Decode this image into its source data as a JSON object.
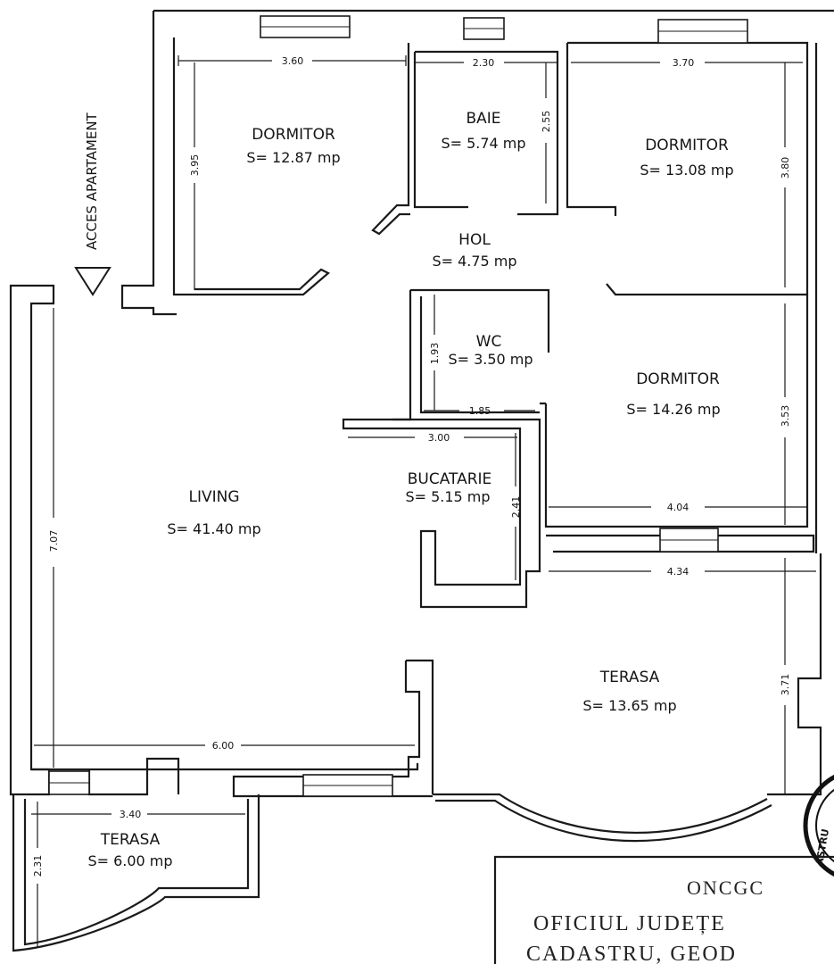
{
  "access_label": "ACCES APARTAMENT",
  "rooms": [
    {
      "id": "dormitor-1",
      "name": "DORMITOR",
      "area": "S= 12.87 mp"
    },
    {
      "id": "baie",
      "name": "BAIE",
      "area": "S= 5.74 mp"
    },
    {
      "id": "dormitor-2",
      "name": "DORMITOR",
      "area": "S= 13.08 mp"
    },
    {
      "id": "hol",
      "name": "HOL",
      "area": "S= 4.75 mp"
    },
    {
      "id": "wc",
      "name": "WC",
      "area": "S= 3.50 mp"
    },
    {
      "id": "dormitor-3",
      "name": "DORMITOR",
      "area": "S= 14.26 mp"
    },
    {
      "id": "bucatarie",
      "name": "BUCATARIE",
      "area": "S= 5.15 mp"
    },
    {
      "id": "living",
      "name": "LIVING",
      "area": "S= 41.40 mp"
    },
    {
      "id": "terasa-1",
      "name": "TERASA",
      "area": "S= 13.65 mp"
    },
    {
      "id": "terasa-2",
      "name": "TERASA",
      "area": "S= 6.00 mp"
    }
  ],
  "dimensions": [
    "3.60",
    "3.95",
    "2.30",
    "2.55",
    "3.70",
    "3.80",
    "1.93",
    "1.85",
    "3.00",
    "2.41",
    "3.53",
    "4.04",
    "4.34",
    "7.07",
    "3.71",
    "6.00",
    "3.40",
    "2.31"
  ],
  "stamp": {
    "line1": "ONCGC",
    "line2": "OFICIUL JUDEȚE",
    "line3": "CADASTRU, GEOD",
    "seal_text": "ASTRU"
  }
}
